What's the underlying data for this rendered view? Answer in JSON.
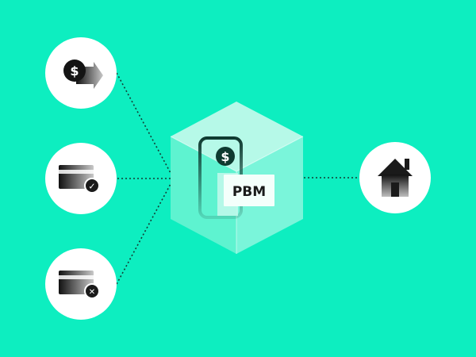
{
  "colors": {
    "background": "#0deec0",
    "node_fill": "#ffffff",
    "connector": "#143d33",
    "cube_top": "#b6f9e8",
    "cube_left": "#5ef3d0",
    "cube_right": "#7af5da",
    "icon_dark": "#1a1a1a",
    "label_box": "#f4fffb"
  },
  "diagram": {
    "center_label": "PBM",
    "center_symbol": "$",
    "sources": [
      {
        "name": "payment-transfer",
        "icon": "dollar-arrow-icon",
        "symbol": "$"
      },
      {
        "name": "card-approved",
        "icon": "card-check-icon",
        "symbol": "✓"
      },
      {
        "name": "card-declined",
        "icon": "card-cross-icon",
        "symbol": "✕"
      }
    ],
    "target": {
      "name": "house",
      "icon": "house-icon"
    }
  }
}
